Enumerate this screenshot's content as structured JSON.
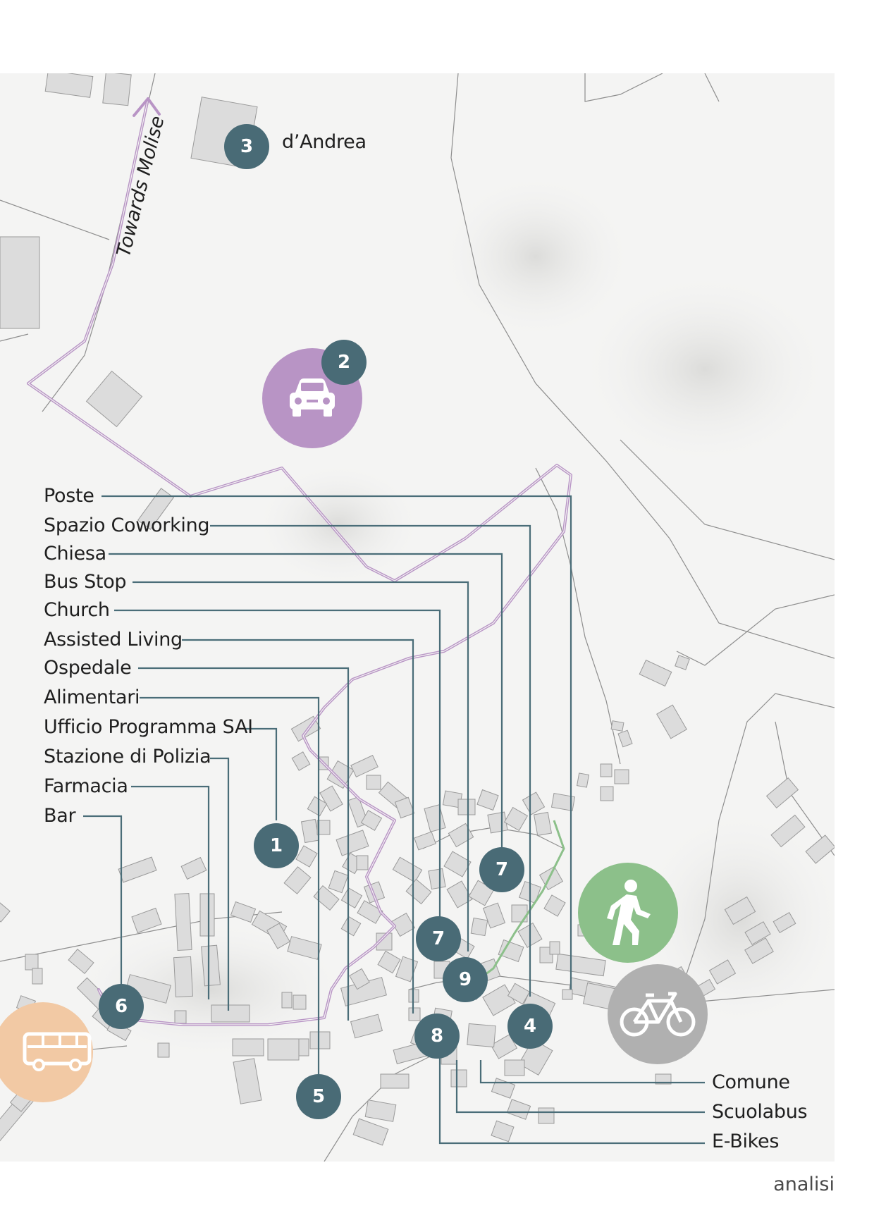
{
  "colors": {
    "marker": "#496b76",
    "route": "#b894c5",
    "car": "#b894c5",
    "walk": "#8cc08a",
    "bike": "#b0b0b0",
    "bus": "#f2c9a4",
    "map_background": "#f4f4f3",
    "building": "#dcdcdc"
  },
  "route_label": "Towards Molise",
  "markers": {
    "m3": "3",
    "m2": "2",
    "m1": "1",
    "m7a": "7",
    "m7b": "7",
    "m9": "9",
    "m4": "4",
    "m8": "8",
    "m6": "6",
    "m5": "5"
  },
  "place_label_3": "d’Andrea",
  "legend_left": [
    "Poste",
    "Spazio Coworking",
    "Chiesa",
    "Bus Stop",
    "Church",
    "Assisted Living",
    "Ospedale",
    "Alimentari",
    "Ufficio Programma SAI",
    "Stazione di Polizia",
    "Farmacia",
    "Bar"
  ],
  "legend_right": [
    "Comune",
    "Scuolabus",
    "E-Bikes"
  ],
  "mode_icons": {
    "car": "car-icon",
    "walk": "pedestrian-icon",
    "bike": "bicycle-icon",
    "bus": "bus-icon"
  },
  "page_label": "analisi"
}
